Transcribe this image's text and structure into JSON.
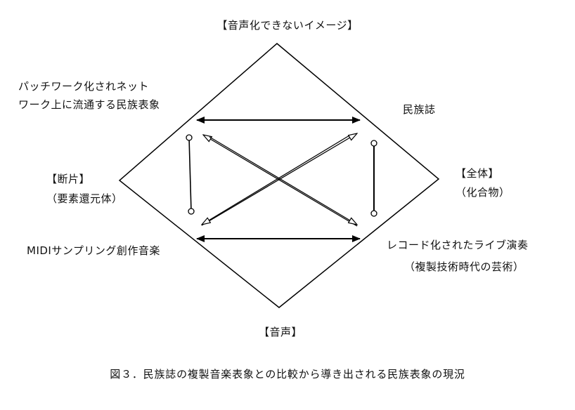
{
  "labels": {
    "top": "【音声化できないイメージ】",
    "top_left_line1": "パッチワーク化されネット",
    "top_left_line2": "ワーク上に流通する民族表象",
    "top_right": "民族誌",
    "left_line1": "【断片】",
    "left_line2": "（要素還元体）",
    "right_line1": "【全体】",
    "right_line2": "（化合物）",
    "bottom_left": "MIDIサンプリング創作音楽",
    "bottom_right_line1": "レコード化されたライブ演奏",
    "bottom_right_line2": "（複製技術時代の芸術）",
    "bottom": "【音声】"
  },
  "caption": "図３．民族誌の複製音楽表象との比較から導き出される民族表象の現況",
  "colors": {
    "line": "#000000",
    "background": "#ffffff"
  }
}
